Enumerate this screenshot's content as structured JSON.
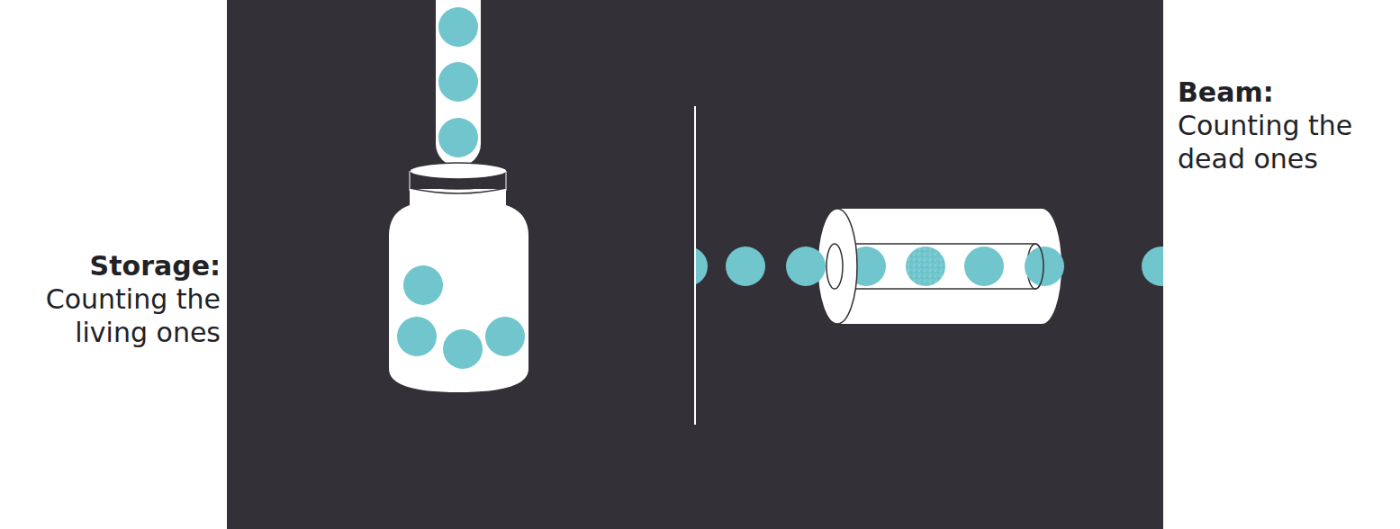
{
  "diagram": {
    "labels": [
      "Storage:",
      "Counting the living ones",
      "Beam:",
      "Counting the dead ones"
    ]
  }
}
